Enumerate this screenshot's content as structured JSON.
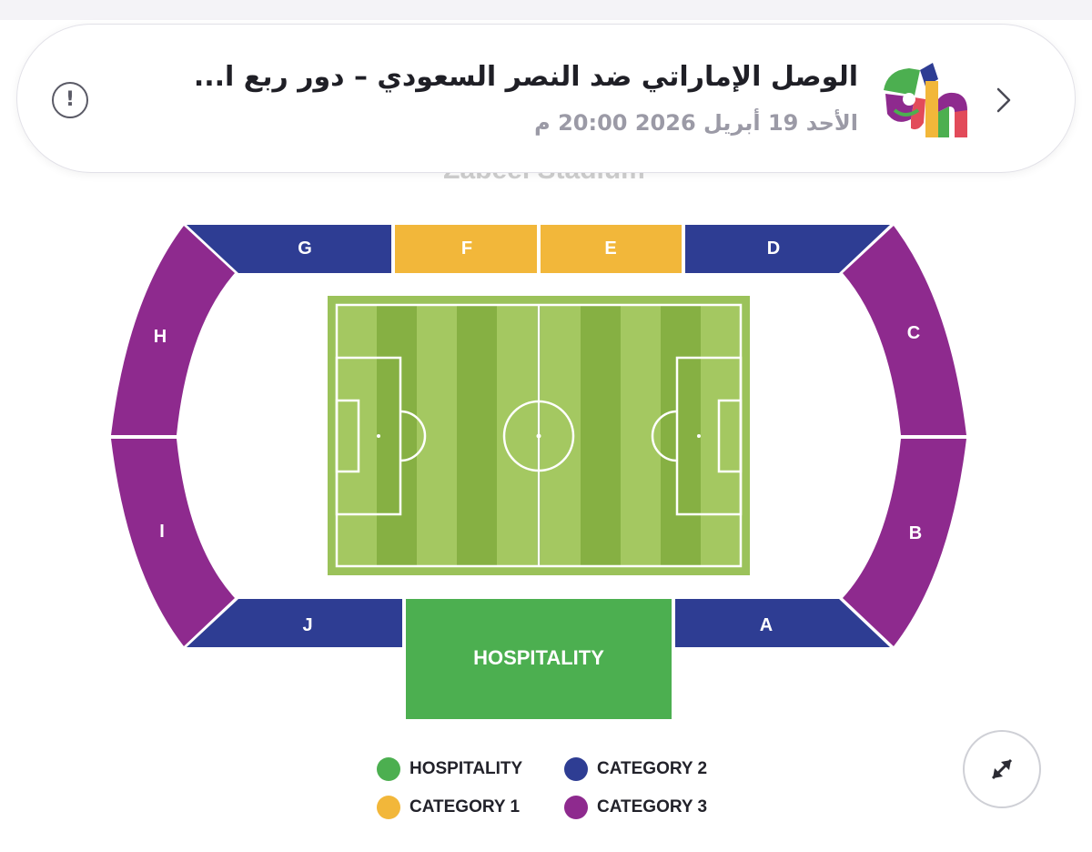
{
  "event": {
    "title": "الوصل الإماراتي ضد النصر السعودي – دور ربع ا...",
    "datetime": "الأحد 19 أبريل 2026 20:00 م",
    "info_icon": "info-icon",
    "nav_icon": "chevron-right-icon"
  },
  "stadium": {
    "name_partial": "Zabeel Stadium",
    "sections": {
      "A": "A",
      "B": "B",
      "C": "C",
      "D": "D",
      "E": "E",
      "F": "F",
      "G": "G",
      "H": "H",
      "I": "I",
      "J": "J",
      "hospitality": "HOSPITALITY"
    }
  },
  "legend": [
    {
      "label": "HOSPITALITY",
      "color": "#4caf50"
    },
    {
      "label": "CATEGORY 2",
      "color": "#2e3d93"
    },
    {
      "label": "CATEGORY 1",
      "color": "#f2b73a"
    },
    {
      "label": "CATEGORY 3",
      "color": "#8e2a8e"
    }
  ],
  "colors": {
    "category1": "#f2b73a",
    "category2": "#2e3d93",
    "category3": "#8e2a8e",
    "hospitality": "#4caf50",
    "pitch_light": "#9bc25a",
    "pitch_dark": "#82ad3e"
  },
  "controls": {
    "expand_icon": "expand-arrows-icon"
  }
}
